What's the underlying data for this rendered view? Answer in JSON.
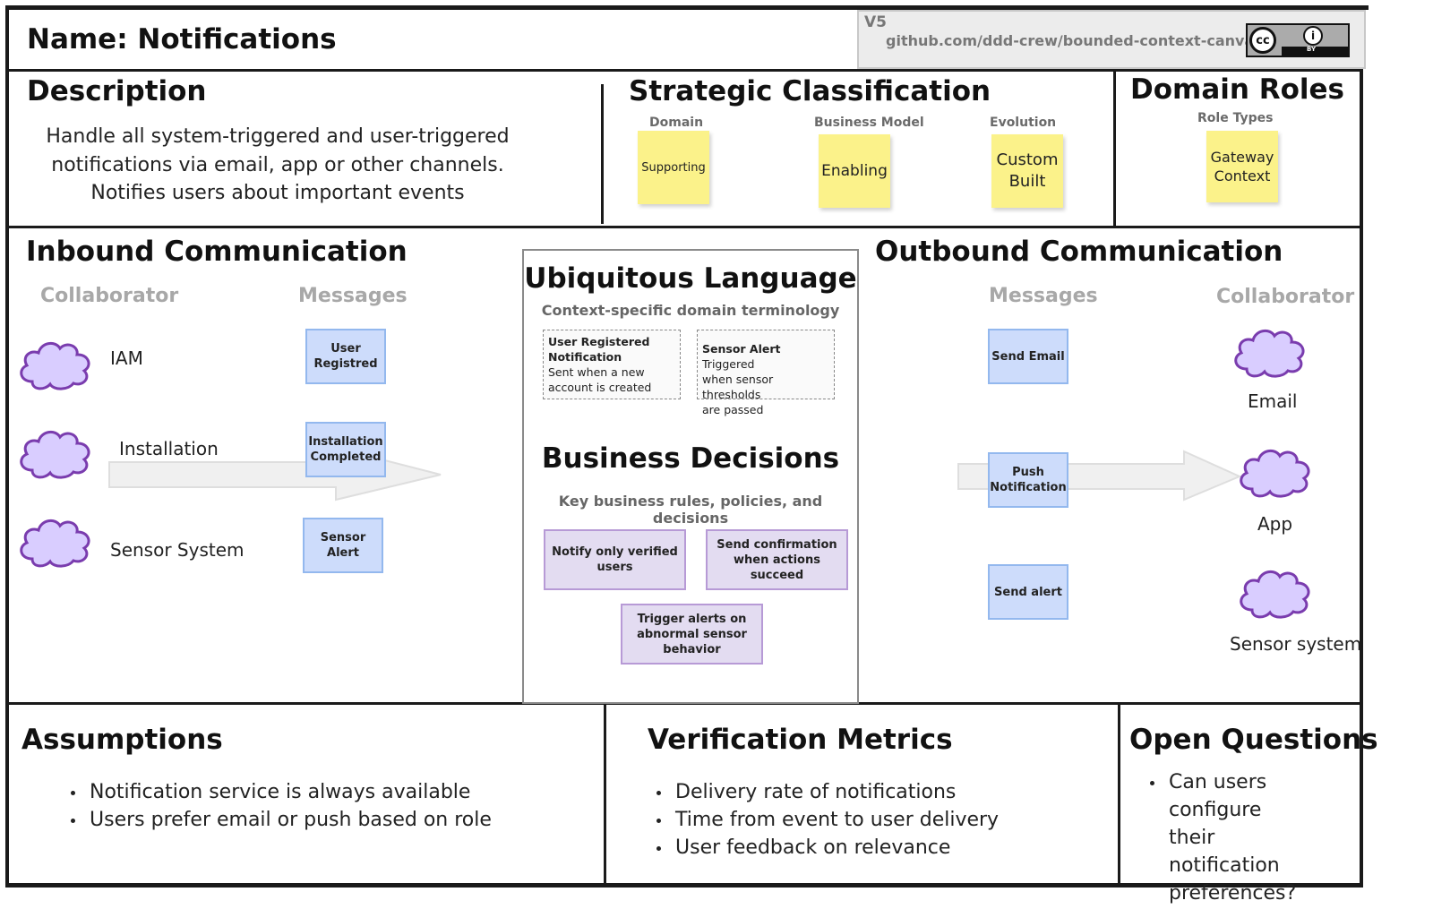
{
  "name": {
    "title": "Name: Notifications"
  },
  "meta": {
    "version": "V5",
    "url": "github.com/ddd-crew/bounded-context-canvas",
    "license_cc": "cc",
    "license_by": "BY"
  },
  "description": {
    "heading": "Description",
    "lines": [
      "Handle all system-triggered and user-triggered",
      "notifications via email, app or other channels.",
      "Notifies users about important events"
    ]
  },
  "strategic": {
    "heading": "Strategic Classification",
    "domain_label": "Domain",
    "domain_value": "Supporting",
    "business_model_label": "Business Model",
    "business_model_value": "Enabling",
    "evolution_label": "Evolution",
    "evolution_value_1": "Custom",
    "evolution_value_2": "Built"
  },
  "roles": {
    "heading": "Domain Roles",
    "role_types_label": "Role Types",
    "role_value_1": "Gateway",
    "role_value_2": "Context"
  },
  "inbound": {
    "heading": "Inbound Communication",
    "collaborator_label": "Collaborator",
    "messages_label": "Messages",
    "collaborators": [
      "IAM",
      "Installation",
      "Sensor System"
    ],
    "messages": [
      {
        "line1": "User",
        "line2": "Registred"
      },
      {
        "line1": "Installation",
        "line2": "Completed"
      },
      {
        "line1": "Sensor Alert",
        "line2": ""
      }
    ]
  },
  "ubiquitous": {
    "heading": "Ubiquitous Language",
    "subheading": "Context-specific domain terminology",
    "terms": [
      {
        "bold1": "User Registered",
        "bold2": "Notification",
        "desc1": "Sent when a new",
        "desc2": "account is created"
      },
      {
        "bold1": "Sensor Alert",
        "desc0": " Triggered",
        "desc1": "when sensor thresholds",
        "desc2": "are passed"
      }
    ]
  },
  "business_decisions": {
    "heading": "Business Decisions",
    "subheading": "Key business rules, policies, and decisions",
    "items": [
      {
        "line1": "Notify only verified",
        "line2": "users",
        "line3": ""
      },
      {
        "line1": "Send confirmation",
        "line2": "when actions succeed",
        "line3": ""
      },
      {
        "line1": "Trigger alerts on",
        "line2": "abnormal sensor",
        "line3": "behavior"
      }
    ]
  },
  "outbound": {
    "heading": "Outbound Communication",
    "messages_label": "Messages",
    "collaborator_label": "Collaborator",
    "messages": [
      {
        "line1": "Send Email",
        "line2": ""
      },
      {
        "line1": "Push",
        "line2": "Notification"
      },
      {
        "line1": "Send alert",
        "line2": ""
      }
    ],
    "collaborators": [
      "Email",
      "App",
      "Sensor system"
    ]
  },
  "assumptions": {
    "heading": "Assumptions",
    "items": [
      "Notification service is always available",
      "Users prefer email or push based on role"
    ]
  },
  "metrics": {
    "heading": "Verification Metrics",
    "items": [
      "Delivery rate of notifications",
      "Time from event to user delivery",
      "User feedback on relevance"
    ]
  },
  "questions": {
    "heading": "Open Questions",
    "items": [
      "Can users configure their notification preferences?"
    ]
  },
  "colors": {
    "sticky": "#fbf28a",
    "message": "#cddcfb",
    "decision": "#e3dcf1",
    "cloud": "#d9cdff",
    "cloud_border": "#7a3cae"
  }
}
